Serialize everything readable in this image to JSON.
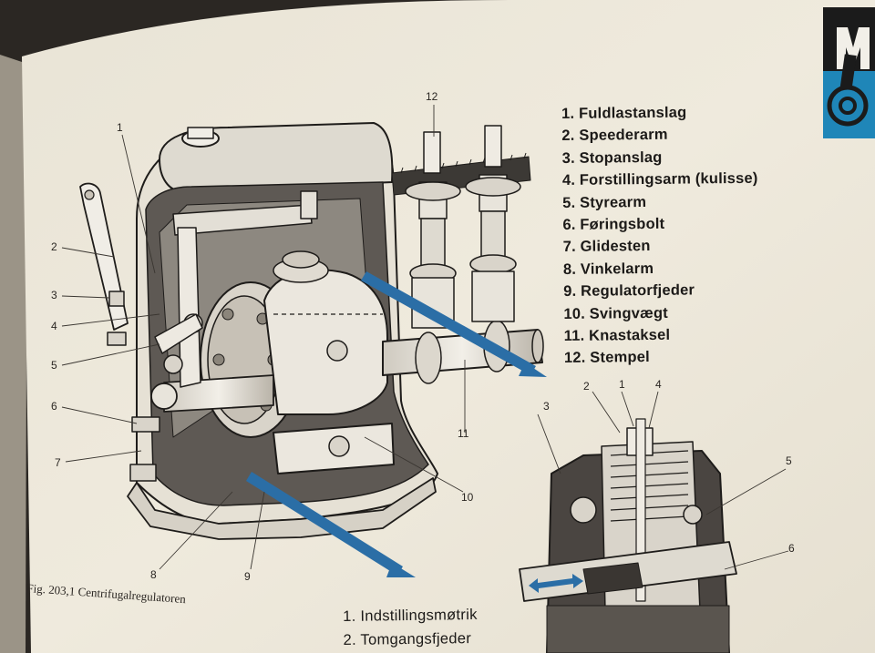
{
  "legend_top": [
    "1. Fuldlastanslag",
    "2. Speederarm",
    "3. Stopanslag",
    "4. Forstillingsarm  (kulisse)",
    "5. Styrearm",
    "6. Føringsbolt",
    "7. Glidesten",
    "8. Vinkelarm",
    "9. Regulatorfjeder",
    "10. Svingvægt",
    "11. Knastaksel",
    "12. Stempel"
  ],
  "legend_bottom": [
    "1. Indstillingsmøtrik",
    "2. Tomgangsfjeder"
  ],
  "caption": "Fig. 203,1 Centrifugalregulatoren",
  "callouts_main": [
    "1",
    "2",
    "3",
    "4",
    "5",
    "6",
    "7",
    "8",
    "9",
    "10",
    "11",
    "12"
  ],
  "callouts_detail": [
    "1",
    "2",
    "3",
    "4",
    "5",
    "6"
  ],
  "colors": {
    "paper": "#ede8db",
    "arrow_blue": "#2b6ea6",
    "logo_blue": "#1f86b8",
    "ink": "#1c1a18"
  }
}
